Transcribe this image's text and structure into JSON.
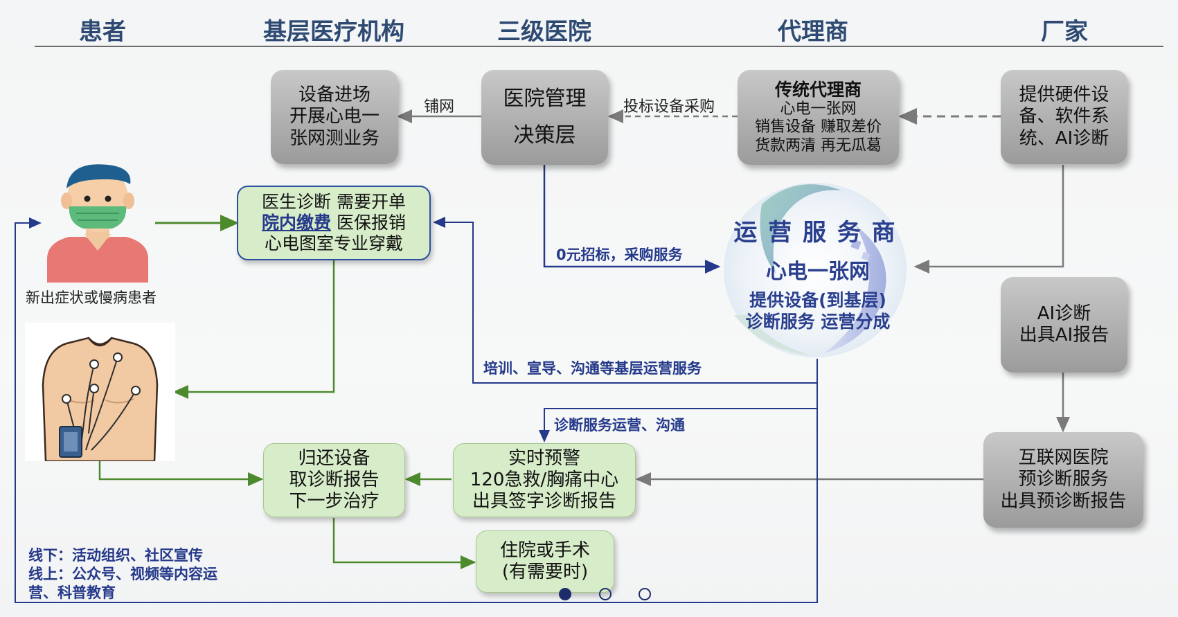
{
  "columns": [
    "患者",
    "基层医疗机构",
    "三级医院",
    "代理商",
    "厂家"
  ],
  "boxes": {
    "device_in": [
      "设备进场",
      "开展心电一",
      "张网测业务"
    ],
    "hospital_mgmt": [
      "医院管理",
      "决策层"
    ],
    "traditional_agent": {
      "title": "传统代理商",
      "lines": [
        "心电一张网",
        "销售设备 赚取差价",
        "货款两清 再无瓜葛"
      ]
    },
    "manufacturer": [
      "提供硬件设",
      "备、软件系",
      "统、AI诊断"
    ],
    "doctor_diag": {
      "line1": "医生诊断  需要开单",
      "line2_link": "院内缴费",
      "line2_rest": " 医保报销",
      "line3": "心电图室专业穿戴"
    },
    "ai_diag": [
      "AI诊断",
      "出具AI报告"
    ],
    "internet_hospital": [
      "互联网医院",
      "预诊断服务",
      "出具预诊断报告"
    ],
    "return_device": [
      "归还设备",
      "取诊断报告",
      "下一步治疗"
    ],
    "realtime_alert": [
      "实时预警",
      "120急救/胸痛中心",
      "出具签字诊断报告"
    ],
    "hospitalize": [
      "住院或手术",
      "(有需要时)"
    ]
  },
  "service_provider": {
    "title": "运 营 服 务 商",
    "subtitle": "心电一张网",
    "line1": "提供设备(到基层)",
    "line2": "诊断服务 运营分成"
  },
  "labels": {
    "pu_wang": "铺网",
    "bidding": "投标设备采购",
    "zero_bid": "0元招标，采购服务",
    "training": "培训、宣导、沟通等基层运营服务",
    "diag_ops": "诊断服务运营、沟通",
    "patient": "新出症状或慢病患者",
    "offline": "线下：活动组织、社区宣传",
    "online1": "线上：公众号、视频等内容运",
    "online2": "营、科普教育"
  },
  "pagination": {
    "total": 3,
    "active": 1
  },
  "colors": {
    "heading": "#2e4a73",
    "flow_blue": "#24398a",
    "flow_green": "#4d8a2c",
    "flow_gray": "#7a7a7a"
  }
}
